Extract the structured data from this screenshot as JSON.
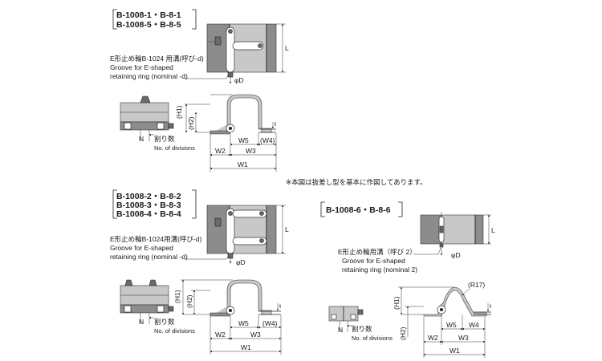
{
  "diagram_a": {
    "models": [
      "B-1008-1・B-8-1",
      "B-1008-5・B-8-5"
    ],
    "groove_label_jp": "E形止め輪B-1024 用溝(呼び-d)",
    "groove_label_en1": "Groove for E-shaped",
    "groove_label_en2": "retaining ring (nominal -d)",
    "dims": {
      "L": "L",
      "phiD": "φD",
      "H1": "(H1)",
      "H2": "(H2)",
      "W5": "W5",
      "W4": "(W4)",
      "W3": "W3",
      "W2": "W2",
      "W1": "W1",
      "t": "t",
      "N": "N"
    },
    "divisions_jp": "割り数",
    "divisions_en": "No. of divisions"
  },
  "note": "※本図は抜差し型を基本に作図してあります。",
  "diagram_b": {
    "models": [
      "B-1008-2・B-8-2",
      "B-1008-3・B-8-3",
      "B-1008-4・B-8-4"
    ],
    "groove_label_jp": "E形止め輪B-1024用溝(呼び-d)",
    "groove_label_en1": "Groove for E-shaped",
    "groove_label_en2": "retaining ring (nominal -d)",
    "dims": {
      "L": "L",
      "phiD": "φD",
      "H1": "(H1)",
      "H2": "(H2)",
      "W5": "W5",
      "W4": "(W4)",
      "W3": "W3",
      "W2": "W2",
      "W1": "W1",
      "t": "t",
      "N": "N"
    },
    "divisions_jp": "割り数",
    "divisions_en": "No. of divisions"
  },
  "diagram_c": {
    "models": [
      "B-1008-6・B-8-6"
    ],
    "groove_label_jp": "E形止め輪用溝（呼び 2）",
    "groove_label_en1": "Groove for E-shaped",
    "groove_label_en2": "retaining ring (nominal 2)",
    "dims": {
      "L": "L",
      "phiD": "φD",
      "R17": "(R17)",
      "H1": "(H1)",
      "H2": "(H2)",
      "W5": "W5",
      "W4": "W4",
      "W3": "W3",
      "W2": "W2",
      "W1": "W1",
      "t": "t",
      "N": "N"
    },
    "divisions_jp": "割り数",
    "divisions_en": "No. of divisions"
  }
}
